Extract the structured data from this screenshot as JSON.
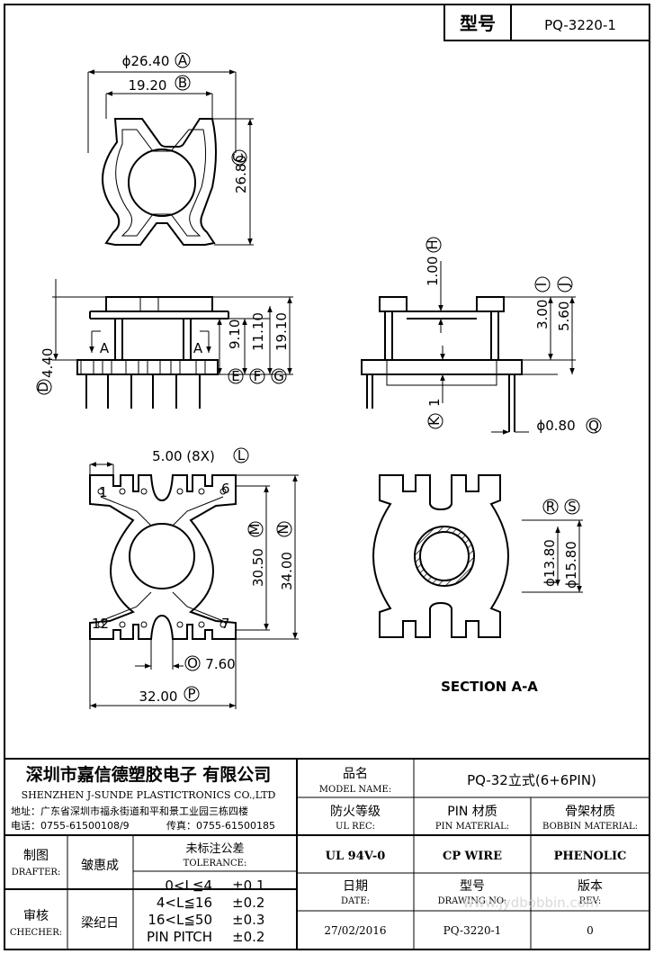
{
  "title_box": {
    "label": "型号",
    "value": "PQ-3220-1"
  },
  "dims": {
    "A": "ϕ26.40",
    "B": "19.20",
    "C": "26.80",
    "D": "4.40",
    "E_F_G": [
      "9.10",
      "11.10",
      "19.10"
    ],
    "H": "1.00",
    "I": "3.00",
    "J": "5.60",
    "K": "1",
    "Q": "ϕ0.80",
    "L": "5.00 (8X)",
    "M": "30.50",
    "N": "34.00",
    "O": "7.60",
    "P": "32.00",
    "R_S": [
      "ϕ13.80",
      "ϕ15.80"
    ],
    "markers": [
      "A",
      "B",
      "C",
      "D",
      "E",
      "F",
      "G",
      "H",
      "I",
      "J",
      "K",
      "L",
      "M",
      "N",
      "O",
      "P",
      "Q",
      "R",
      "S"
    ],
    "section_arrow": "A",
    "pin_numbers": [
      "1",
      "6",
      "12",
      "7"
    ],
    "section_label": "SECTION A-A"
  },
  "company": {
    "name_cn": "深圳市嘉信德塑胶电子 有限公司",
    "name_en": "SHENZHEN J-SUNDE PLASTICTRONICS CO.,LTD",
    "address": "地址：广东省深圳市福永街道和平和景工业园三栋四楼",
    "phone": "电话：0755-61500108/9",
    "fax": "传真：0755-61500185"
  },
  "block": {
    "model_name_cn": "品名",
    "model_name_en": "MODEL NAME:",
    "model_value": "PQ-32立式(6+6PIN)",
    "ul_cn": "防火等级",
    "ul_en": "UL REC:",
    "ul_value": "UL 94V-0",
    "pin_cn": "PIN 材质",
    "pin_en": "PIN MATERIAL:",
    "pin_value": "CP WIRE",
    "bobbin_cn": "骨架材质",
    "bobbin_en": "BOBBIN MATERIAL:",
    "bobbin_value": "PHENOLIC",
    "drafter_cn": "制图",
    "drafter_en": "DRAFTER:",
    "drafter_value": "皱惠成",
    "checker_cn": "审核",
    "checker_en": "CHECHER:",
    "checker_value": "梁纪日",
    "tol_cn": "未标注公差",
    "tol_en": "TOLERANCE:",
    "tolerances": [
      {
        "range": "0<L≦4",
        "value": "±0.1"
      },
      {
        "range": "4<L≦16",
        "value": "±0.2"
      },
      {
        "range": "16<L≦50",
        "value": "±0.3"
      },
      {
        "range": "PIN PITCH",
        "value": "±0.2"
      }
    ],
    "date_cn": "日期",
    "date_en": "DATE:",
    "date_value": "27/02/2016",
    "drawing_cn": "型号",
    "drawing_en": "DRAWING NO:",
    "drawing_value": "PQ-3220-1",
    "rev_cn": "版本",
    "rev_en": "REV:",
    "rev_value": "0"
  },
  "watermark": "www.jydbobbin.com"
}
